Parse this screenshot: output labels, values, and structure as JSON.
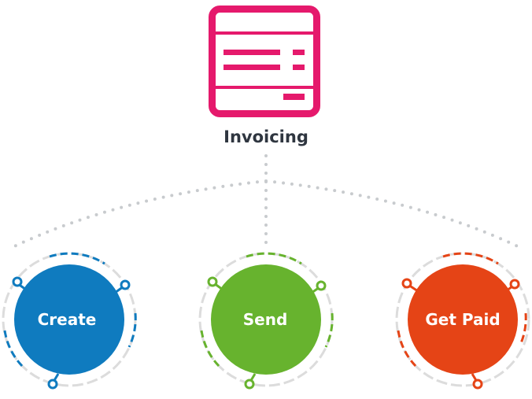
{
  "header": {
    "title": "Invoicing",
    "icon": "invoice-document-icon",
    "icon_color": "#e5196c"
  },
  "nodes": [
    {
      "id": "create",
      "label": "Create",
      "color": "#0f7bbf"
    },
    {
      "id": "send",
      "label": "Send",
      "color": "#67b32e"
    },
    {
      "id": "get-paid",
      "label": "Get Paid",
      "color": "#e54416"
    }
  ],
  "colors": {
    "connector": "#c8cbce",
    "ring_base": "#dcdcdc",
    "title_text": "#2f3640"
  }
}
